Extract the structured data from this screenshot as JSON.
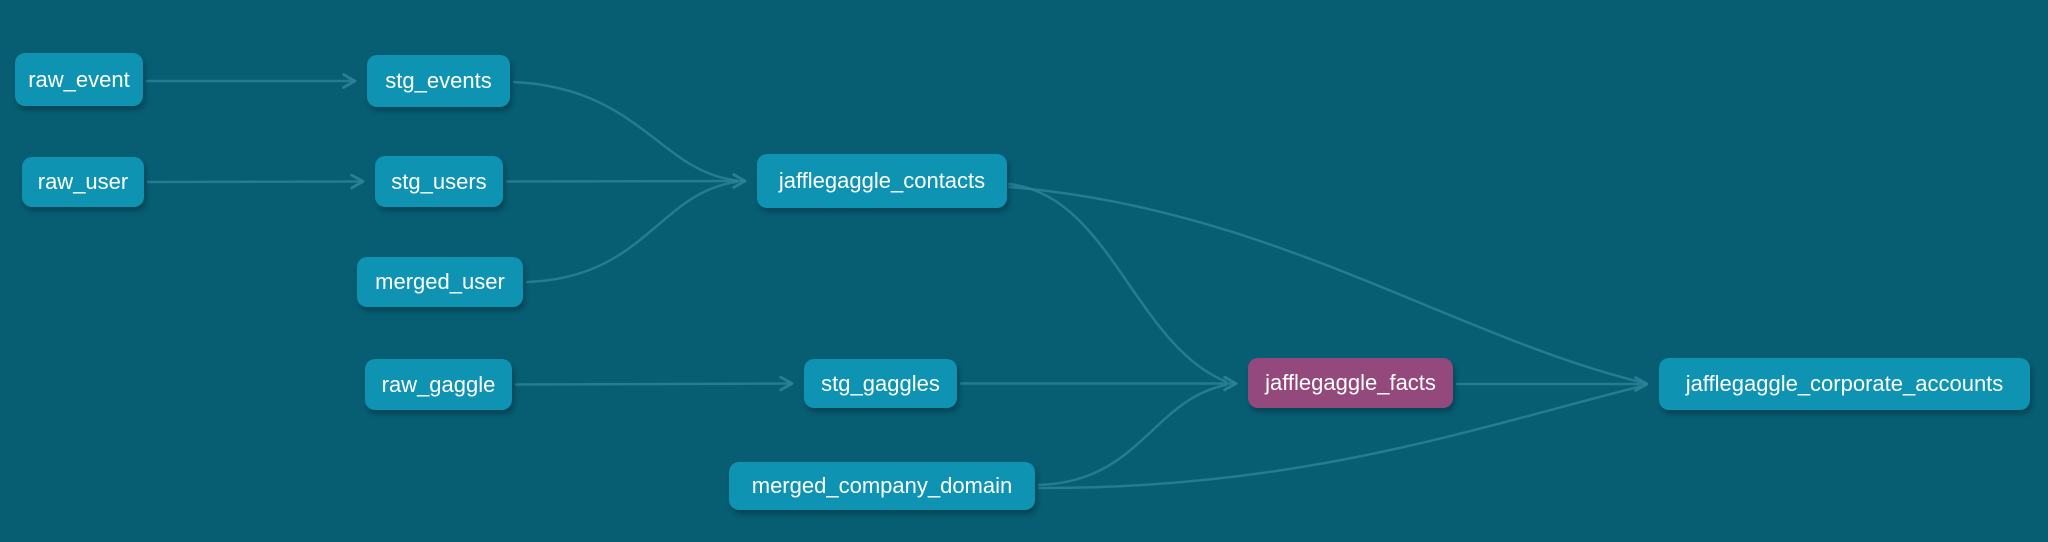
{
  "diagram": {
    "title": "dbt lineage graph",
    "colors": {
      "background": "#075D72",
      "node_default": "#0E93B2",
      "node_highlight": "#93497C",
      "edge": "#2E8298",
      "text": "#FFFFFF"
    },
    "nodes": [
      {
        "id": "raw_event",
        "label": "raw_event",
        "type": "default"
      },
      {
        "id": "stg_events",
        "label": "stg_events",
        "type": "default"
      },
      {
        "id": "raw_user",
        "label": "raw_user",
        "type": "default"
      },
      {
        "id": "stg_users",
        "label": "stg_users",
        "type": "default"
      },
      {
        "id": "merged_user",
        "label": "merged_user",
        "type": "default"
      },
      {
        "id": "jafflegaggle_contacts",
        "label": "jafflegaggle_contacts",
        "type": "default"
      },
      {
        "id": "raw_gaggle",
        "label": "raw_gaggle",
        "type": "default"
      },
      {
        "id": "stg_gaggles",
        "label": "stg_gaggles",
        "type": "default"
      },
      {
        "id": "merged_company_domain",
        "label": "merged_company_domain",
        "type": "default"
      },
      {
        "id": "jafflegaggle_facts",
        "label": "jafflegaggle_facts",
        "type": "highlight"
      },
      {
        "id": "jafflegaggle_corporate_accounts",
        "label": "jafflegaggle_corporate_accounts",
        "type": "default"
      }
    ],
    "edges": [
      {
        "from": "raw_event",
        "to": "stg_events"
      },
      {
        "from": "raw_user",
        "to": "stg_users"
      },
      {
        "from": "stg_events",
        "to": "jafflegaggle_contacts"
      },
      {
        "from": "stg_users",
        "to": "jafflegaggle_contacts"
      },
      {
        "from": "merged_user",
        "to": "jafflegaggle_contacts"
      },
      {
        "from": "raw_gaggle",
        "to": "stg_gaggles"
      },
      {
        "from": "stg_gaggles",
        "to": "jafflegaggle_facts"
      },
      {
        "from": "jafflegaggle_contacts",
        "to": "jafflegaggle_facts"
      },
      {
        "from": "merged_company_domain",
        "to": "jafflegaggle_facts"
      },
      {
        "from": "jafflegaggle_facts",
        "to": "jafflegaggle_corporate_accounts"
      },
      {
        "from": "jafflegaggle_contacts",
        "to": "jafflegaggle_corporate_accounts"
      },
      {
        "from": "merged_company_domain",
        "to": "jafflegaggle_corporate_accounts"
      }
    ]
  }
}
